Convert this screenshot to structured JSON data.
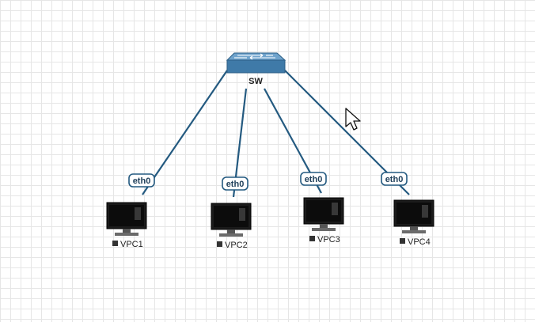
{
  "topology": {
    "switch": {
      "label": "SW",
      "icon": "network-switch-icon"
    },
    "devices": [
      {
        "id": "vpc1",
        "label": "VPC1",
        "interface": "eth0",
        "status_icon": "stopped-status-icon"
      },
      {
        "id": "vpc2",
        "label": "VPC2",
        "interface": "eth0",
        "status_icon": "stopped-status-icon"
      },
      {
        "id": "vpc3",
        "label": "VPC3",
        "interface": "eth0",
        "status_icon": "stopped-status-icon"
      },
      {
        "id": "vpc4",
        "label": "VPC4",
        "interface": "eth0",
        "status_icon": "stopped-status-icon"
      }
    ]
  },
  "colors": {
    "link": "#245a80",
    "switch_body": "#3f7aa8",
    "switch_top": "#6fa3cc",
    "grid": "#e6e6e6"
  }
}
